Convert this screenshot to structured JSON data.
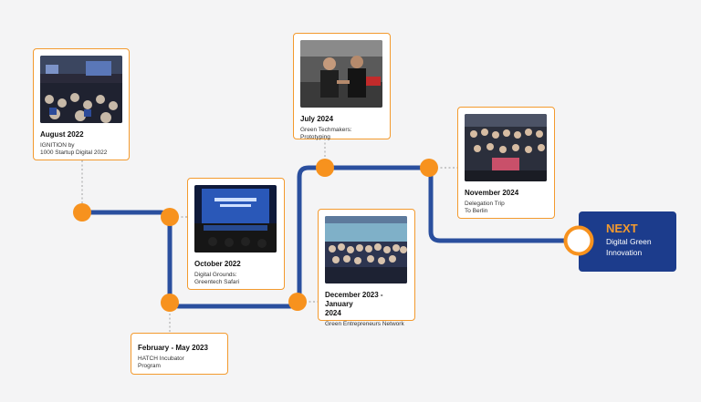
{
  "colors": {
    "accent": "#f39a2e",
    "track": "#2a4f9e",
    "next_bg": "#1c3c8c"
  },
  "milestones": [
    {
      "date": "August 2022",
      "desc": "IGNITION by\n1000 Startup Digital 2022",
      "photo": "conference-hall-photo"
    },
    {
      "date": "October 2022",
      "desc": "Digital Grounds:\nGreentech Safari",
      "photo": "stage-panel-photo"
    },
    {
      "date": "February - May 2023",
      "desc": "HATCH Incubator\nProgram",
      "photo": ""
    },
    {
      "date": "December 2023 - January\n2024",
      "desc": "Green Entrepreneurs Network",
      "photo": "group-photo"
    },
    {
      "date": "July 2024",
      "desc": "Green Techmakers: Prototyping",
      "photo": "handshake-photo"
    },
    {
      "date": "November 2024",
      "desc": "Delegation Trip\nTo Berlin",
      "photo": "delegation-group-photo"
    }
  ],
  "next": {
    "title": "NEXT",
    "subtitle": "Digital Green\nInnovation"
  }
}
